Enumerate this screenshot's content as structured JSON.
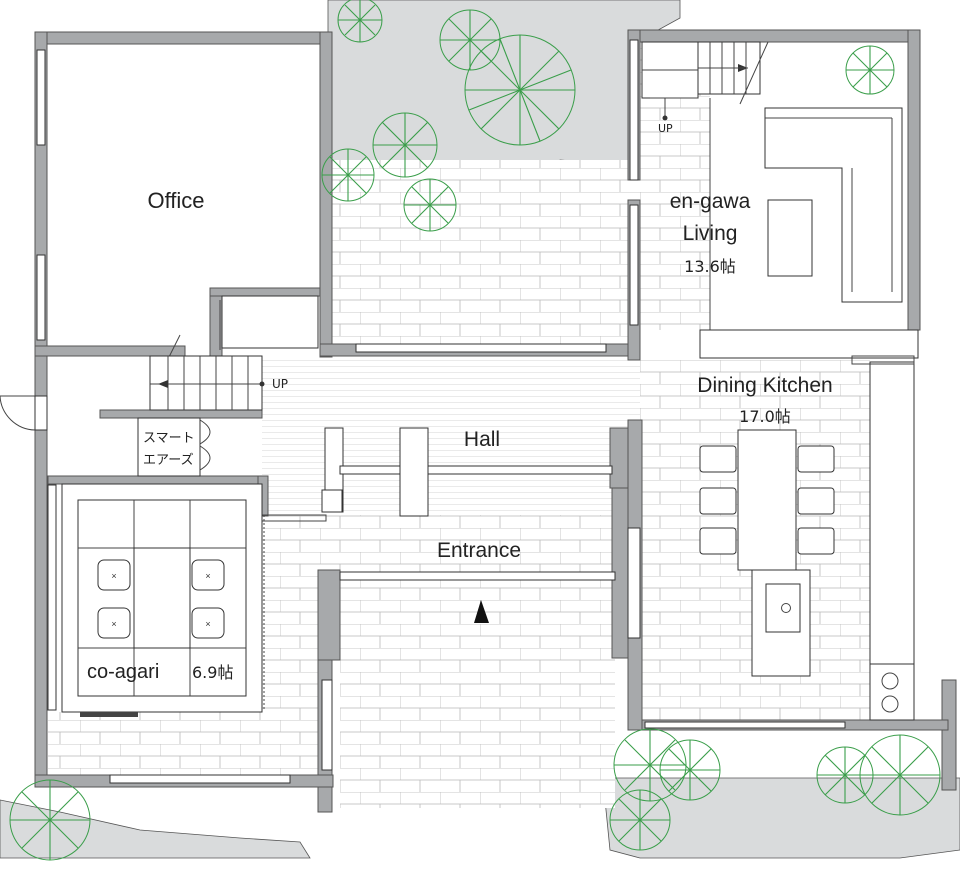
{
  "rooms": {
    "office": "Office",
    "living_name1": "en-gawa",
    "living_name2": "Living",
    "living_area": "13.6帖",
    "dining": "Dining Kitchen",
    "dining_area": "17.0帖",
    "hall": "Hall",
    "entrance": "Entrance",
    "coagari": "co-agari",
    "coagari_area": "6.9帖",
    "smart_line1": "スマート",
    "smart_line2": "エアーズ"
  },
  "stairs": {
    "up_main": "UP",
    "up_living": "UP"
  },
  "colors": {
    "wall": "#a7a9ab",
    "tree": "#3a9e4a",
    "yard": "#d9dbdc"
  }
}
